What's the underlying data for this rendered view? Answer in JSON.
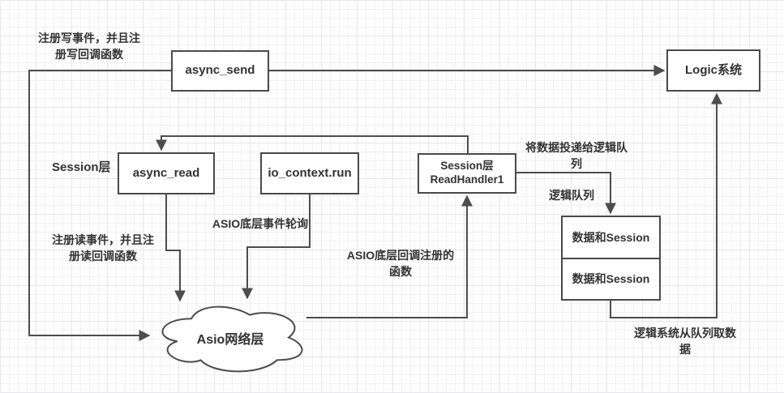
{
  "diagram": {
    "nodes": {
      "async_send": {
        "label": "async_send"
      },
      "logic_system": {
        "label": "Logic系统"
      },
      "async_read": {
        "label": "async_read"
      },
      "io_context_run": {
        "label": "io_context.run"
      },
      "session_read_handler": {
        "label": "Session层\nReadHandler1"
      },
      "queue_item_1": {
        "label": "数据和Session"
      },
      "queue_item_2": {
        "label": "数据和Session"
      },
      "asio_network_cloud": {
        "label": "Asio网络层"
      }
    },
    "annotations": {
      "register_write": "注册写事件，并且注\n册写回调函数",
      "session_layer": "Session层",
      "register_read": "注册读事件，并且注\n册读回调函数",
      "asio_event_poll": "ASIO底层事件轮询",
      "asio_callback": "ASIO底层回调注册的\n函数",
      "post_to_logic_queue": "将数据投递给逻辑队\n列",
      "logic_queue": "逻辑队列",
      "logic_fetch": "逻辑系统从队列取数\n据"
    },
    "colors": {
      "stroke": "#4d4d4d",
      "text": "#333333",
      "node_fill": "#fefefe",
      "background": "#fdfdfd",
      "grid_minor": "#f2f2f4",
      "grid_major": "#e7e7ea"
    }
  }
}
